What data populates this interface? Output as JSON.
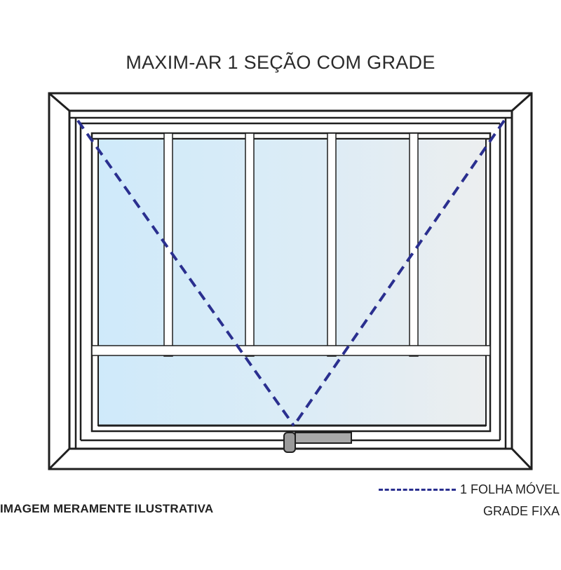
{
  "title": "MAXIM-AR 1 SEÇÃO COM GRADE",
  "disclaimer": "IMAGEM MERAMENTE ILUSTRATIVA",
  "legend": {
    "moving_sash": "1 FOLHA MÓVEL",
    "fixed_grille": "GRADE FIXA"
  },
  "colors": {
    "frame_stroke": "#1f1f1f",
    "glass_light": "#d7eefb",
    "glass_mid": "#e4eef4",
    "glass_right": "#e9ecee",
    "opening_dash": "#2a2f8f",
    "handle": "#9a9a9a"
  }
}
